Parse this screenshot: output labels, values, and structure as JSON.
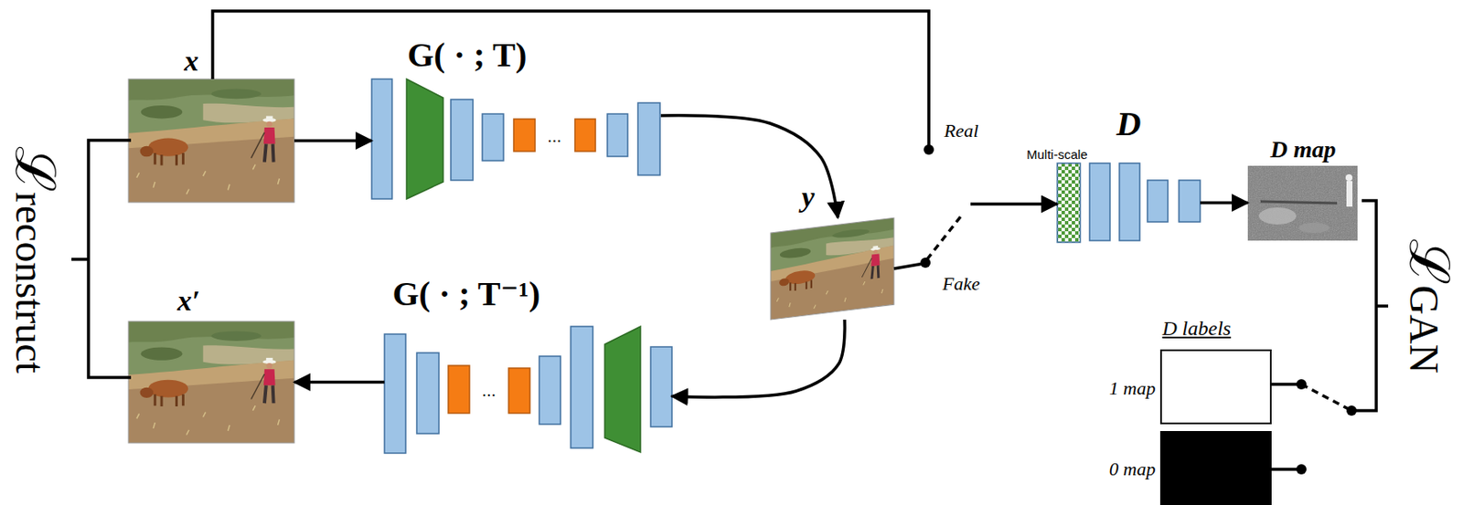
{
  "diagram": {
    "nodes": [
      {
        "text": [
          "x"
        ]
      },
      {
        "text": [
          "G( · ; T)"
        ]
      },
      {
        "text": [
          "y"
        ]
      },
      {
        "text": [
          "D",
          "Multi-scale"
        ]
      },
      {
        "text": [
          "D map"
        ]
      },
      {
        "text": [
          "G( · ; T⁻¹)"
        ]
      },
      {
        "text": [
          "x′"
        ]
      },
      {
        "text": [
          "1 map"
        ]
      },
      {
        "text": [
          "0 map"
        ]
      }
    ],
    "edges": [
      {
        "from": 0,
        "to": 1,
        "arrow": "to"
      },
      {
        "from": 1,
        "to": 2,
        "arrow": "to"
      },
      {
        "from": 2,
        "to": 3,
        "arrow": "to"
      },
      {
        "from": 3,
        "to": 4,
        "arrow": "to"
      },
      {
        "from": 2,
        "to": 5,
        "arrow": "to"
      },
      {
        "from": 5,
        "to": 6,
        "arrow": "to"
      }
    ],
    "labels": [
      "Real",
      "Fake",
      "...",
      "...",
      "D labels",
      "ℒreconstruct",
      "ℒGAN"
    ]
  }
}
